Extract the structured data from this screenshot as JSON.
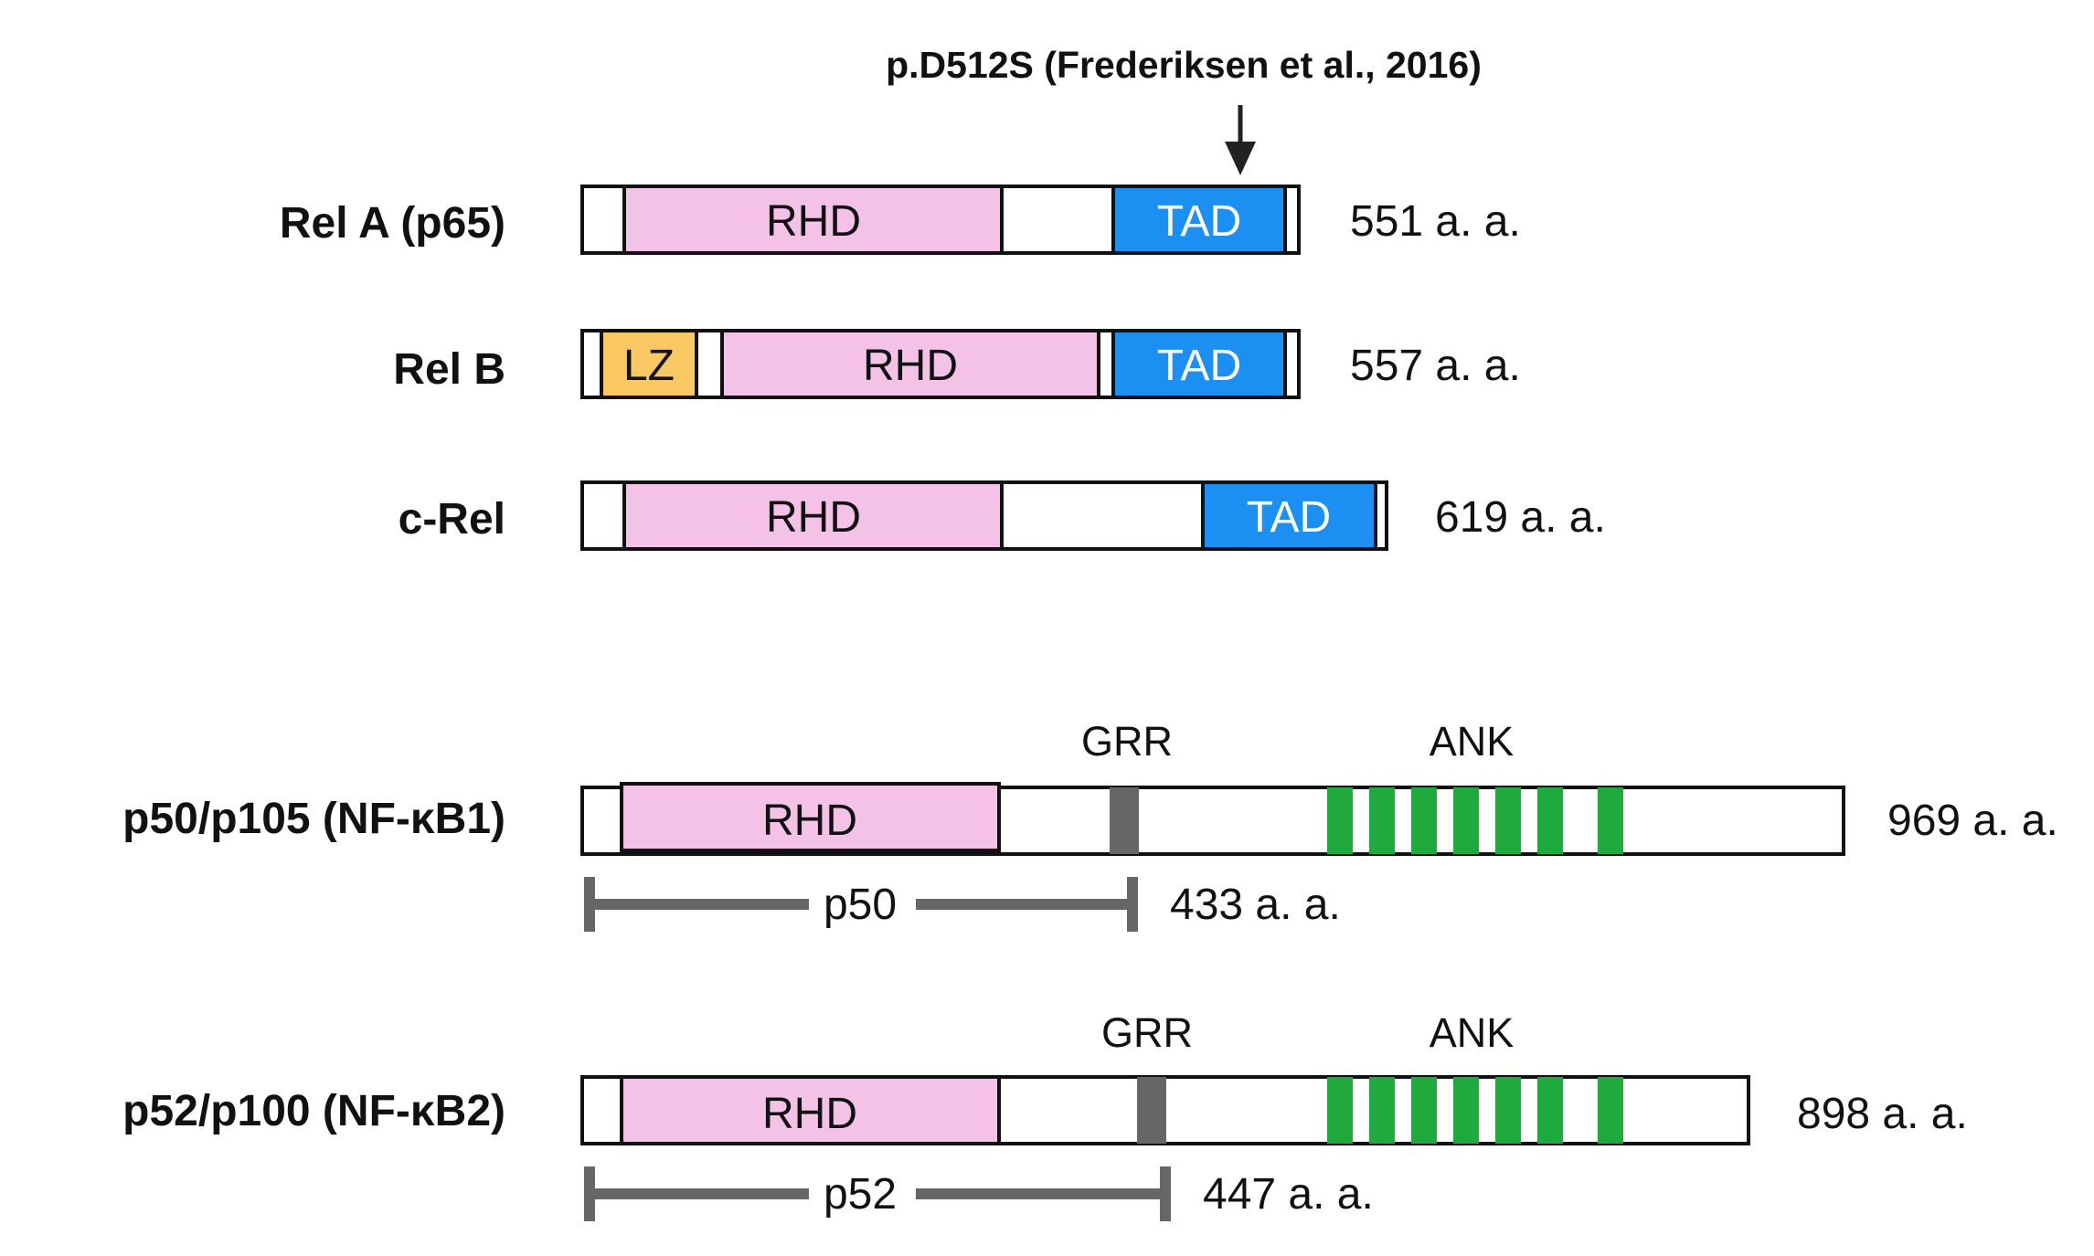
{
  "mutation": {
    "label": "p.D512S (Frederiksen et al., 2016)"
  },
  "colors": {
    "RHD": "#f5c2e7",
    "TAD": "#1b8ff2",
    "LZ": "#f9c863",
    "GRR": "#666666",
    "ANK": "#1faa3e",
    "outline": "#111111",
    "bracket": "#666666"
  },
  "proteins": [
    {
      "id": "rela",
      "name": "Rel A (p65)",
      "length": "551 a. a.",
      "domains": [
        {
          "type": "RHD",
          "label": "RHD"
        },
        {
          "type": "TAD",
          "label": "TAD"
        }
      ]
    },
    {
      "id": "relb",
      "name": "Rel B",
      "length": "557 a. a.",
      "domains": [
        {
          "type": "LZ",
          "label": "LZ"
        },
        {
          "type": "RHD",
          "label": "RHD"
        },
        {
          "type": "TAD",
          "label": "TAD"
        }
      ]
    },
    {
      "id": "crel",
      "name": "c-Rel",
      "length": "619 a. a.",
      "domains": [
        {
          "type": "RHD",
          "label": "RHD"
        },
        {
          "type": "TAD",
          "label": "TAD"
        }
      ]
    },
    {
      "id": "nfkb1",
      "name": "p50/p105 (NF-κB1)",
      "length": "969 a. a.",
      "grr_label": "GRR",
      "ank_label": "ANK",
      "ank_repeats": 7,
      "domains": [
        {
          "type": "RHD",
          "label": "RHD"
        }
      ],
      "fragment": {
        "label": "p50",
        "length": "433 a. a."
      }
    },
    {
      "id": "nfkb2",
      "name": "p52/p100 (NF-κB2)",
      "length": "898 a. a.",
      "grr_label": "GRR",
      "ank_label": "ANK",
      "ank_repeats": 7,
      "domains": [
        {
          "type": "RHD",
          "label": "RHD"
        }
      ],
      "fragment": {
        "label": "p52",
        "length": "447 a. a."
      }
    }
  ]
}
